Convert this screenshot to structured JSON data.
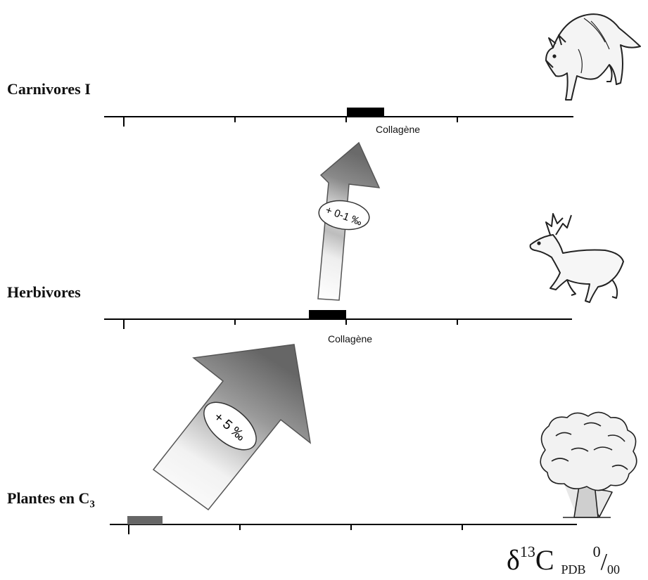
{
  "levels": {
    "carnivores": {
      "label": "Carnivores I",
      "tissue": "Collagène"
    },
    "herbivores": {
      "label": "Herbivores",
      "tissue": "Collagène"
    },
    "plants": {
      "label_main": "Plantes en C",
      "label_sub": "3"
    }
  },
  "shifts": {
    "plants_to_herbivores": "+ 5 ‰",
    "herbivores_to_carnivores": "+ 0-1 ‰"
  },
  "axis": {
    "delta": "δ",
    "mass": "13",
    "element": "C",
    "standard": "PDB",
    "unit_num": "0",
    "unit_den": "00"
  },
  "colors": {
    "marker_collagen": "#000000",
    "marker_plants": "#666666",
    "arrow_dark": "#6f6f6f",
    "arrow_light": "#ffffff"
  },
  "icons": [
    "wolf-icon",
    "deer-icon",
    "tree-icon"
  ]
}
